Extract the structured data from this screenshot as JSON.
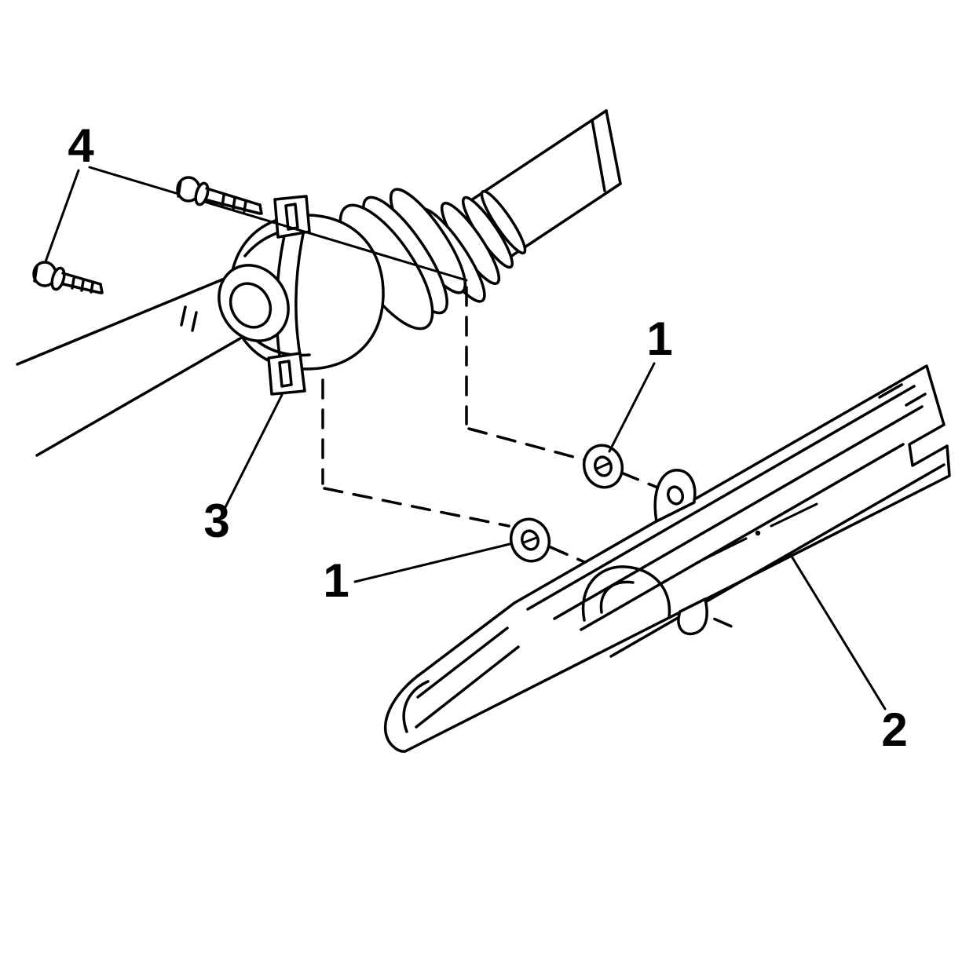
{
  "figure": {
    "background_color": "#ffffff",
    "line_color": "#000000",
    "callouts": {
      "bolts_label": "4",
      "bracket_label": "3",
      "upper_washer_label": "1",
      "lower_washer_label": "1",
      "heat_shield_label": "2"
    }
  }
}
